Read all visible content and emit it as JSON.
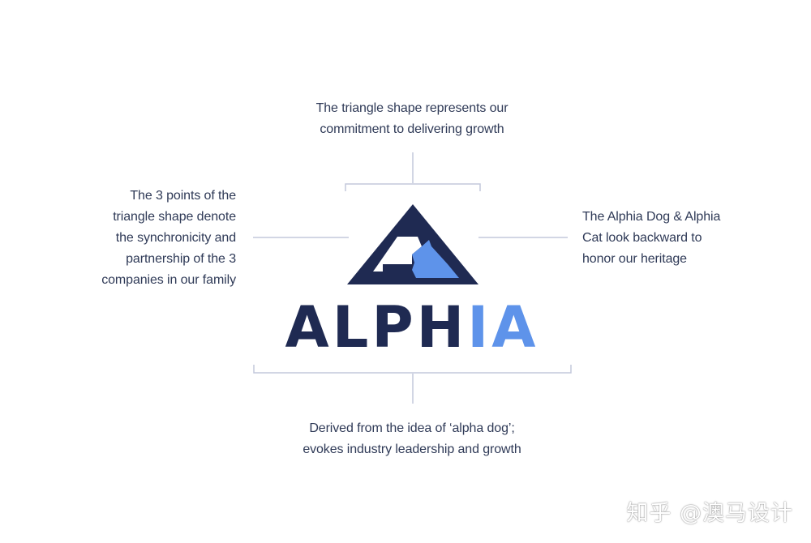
{
  "captions": {
    "top": [
      "The triangle shape represents our",
      "commitment to delivering growth"
    ],
    "left": [
      "The 3 points of the",
      "triangle shape denote",
      "the synchronicity and",
      "partnership of the 3",
      "companies in our family"
    ],
    "right": [
      "The Alphia Dog & Alphia",
      "Cat look backward to",
      "honor our heritage"
    ],
    "bottom": [
      "Derived from the idea of ‘alpha dog’;",
      "evokes industry leadership and growth"
    ]
  },
  "logo": {
    "wordmark_dark": "ALPH",
    "wordmark_light": "IA",
    "dark_color": "#1f2a52",
    "light_color": "#5e93ea"
  },
  "watermark": "知乎 @澳马设计",
  "colors": {
    "text": "#2f3a57",
    "connector": "#c3c8dc"
  }
}
